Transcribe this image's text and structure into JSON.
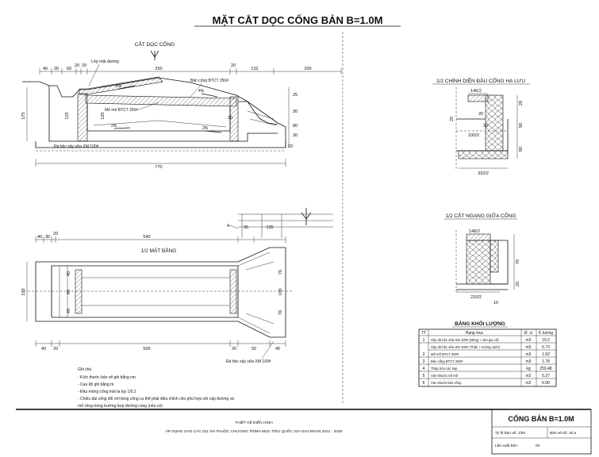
{
  "title": "MẶT CẮT DỌC CỐNG BẢN B=1.0M",
  "longitudinal": {
    "section_marker": "CẮT DỌC CỐNG",
    "top_dims": [
      "40",
      "30",
      "60",
      "20",
      "20",
      "250",
      "20",
      "132",
      "200"
    ],
    "bottom_dim": "770",
    "left_height": "175",
    "labels": {
      "surface_layer": "Lớp mặt đường",
      "deck_slab": "Bản cống BTCT 250#",
      "abutment": "Mố mố BTCT 250#",
      "footing": "Đá hộc xây vữa XM 100#",
      "slope_4a": "4%",
      "slope_4b": "4%",
      "slope_2a": "2%",
      "slope_2b": "2%"
    },
    "vertical_dims": [
      "125",
      "120",
      "25",
      "30",
      "80",
      "30",
      "20",
      "20"
    ]
  },
  "plan": {
    "title": "1/2 MẶT BẰNG",
    "marker": "A",
    "top_dims": [
      "40",
      "30",
      "20",
      "540",
      "35",
      "135"
    ],
    "bottom_dims": [
      "40",
      "20",
      "500",
      "20",
      "92",
      "40"
    ],
    "left_width": "150",
    "inner_dims": [
      "40",
      "80",
      "40",
      "76",
      "100",
      "76"
    ],
    "footing_label": "Đá hộc xây vữa XM 100#"
  },
  "outlet_view": {
    "title": "1/2 CHÍNH DIỆN ĐẦU CỐNG HẠ LƯU",
    "dims": [
      "146/2",
      "20",
      "100/2",
      "30",
      "332/2"
    ],
    "vertical_dims": [
      "28",
      "90",
      "20",
      "80"
    ]
  },
  "cross_section": {
    "title": "1/2 CẮT NGANG GIỮA CỐNG",
    "dims": [
      "146/2",
      "210/2",
      "10"
    ],
    "vertical_dims": [
      "70",
      "20"
    ]
  },
  "quantity_table": {
    "title": "BẢNG KHỐI LƯỢNG",
    "headers": [
      "TT",
      "Hạng mục",
      "Đ. vị",
      "K.lượng"
    ],
    "rows": [
      [
        "1",
        "Xây đá hộc vữa XM 100# (Móng + sân gia cố)",
        "m3",
        "10.2"
      ],
      [
        "",
        "Xây đá hộc vữa XM 100# (Thân + tường cánh)",
        "m3",
        "6.73"
      ],
      [
        "2",
        "Mố mố BTCT 250#",
        "m3",
        "1.92"
      ],
      [
        "3",
        "Bản cống BTCT 250#",
        "m3",
        "1.78"
      ],
      [
        "4",
        "Thép tròn các loại",
        "kg",
        "259.48"
      ],
      [
        "5",
        "Ván khuôn mố mố",
        "m2",
        "5.27"
      ],
      [
        "6",
        "Ván khuôn bản cống",
        "m2",
        "6.90"
      ]
    ]
  },
  "notes": {
    "heading": "Ghi chú",
    "lines": [
      "- Kích thước bản vẽ ghi bằng cm",
      "- Cao độ ghi bằng m",
      "- Đầu móng cống mái ta luy 1/0.2",
      "- Chiều dài cống đổi với từng cống cụ thể phải điều chỉnh cho phù hợp với cấp đường và",
      "mở rộng trong trường hợp đường cong (nếu có)"
    ]
  },
  "footer": {
    "line1": "THIẾT KẾ ĐIỂN HÌNH",
    "line2": "ÁP DỤNG CHO CÁC DỰ ÁN THUỘC CHƯƠNG TRÌNH MỤC TIÊU QUỐC GIA GIAI ĐOẠN 2021 - 2025"
  },
  "title_block": {
    "name": "CỐNG BẢN B=1.0M",
    "scale_label": "Tỷ lệ bản vẽ: 1/50",
    "sheet_label": "Bản vẽ số: 10.a",
    "edition_label": "Lần xuất bản:",
    "edition_value": "02"
  }
}
